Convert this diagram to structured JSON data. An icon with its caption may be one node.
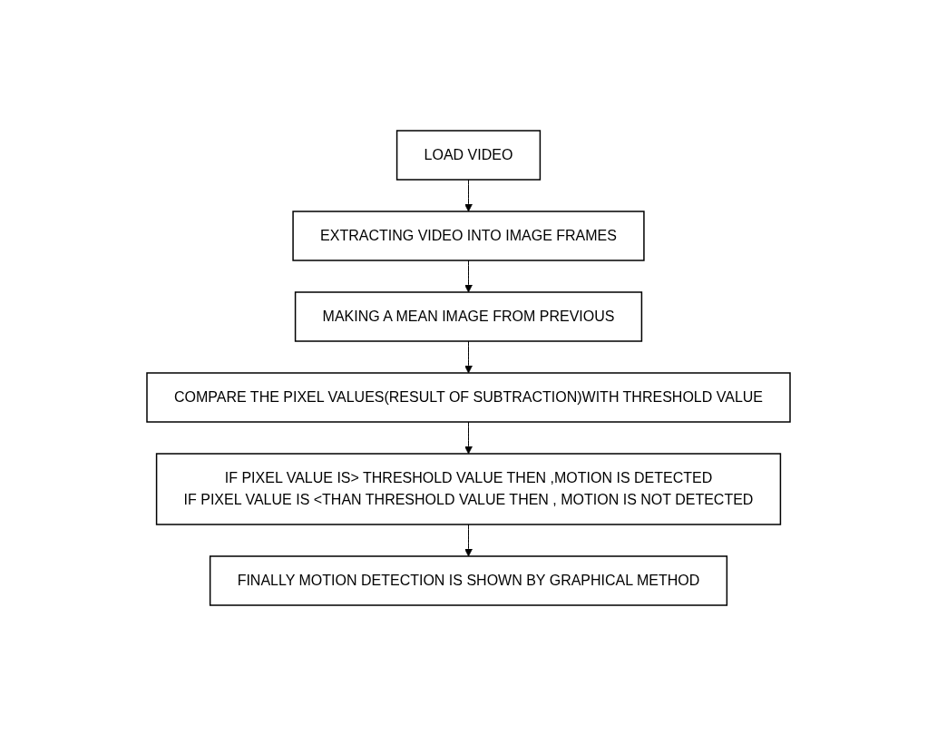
{
  "diagram": {
    "nodes": [
      {
        "text": [
          "LOAD VIDEO"
        ]
      },
      {
        "text": [
          "EXTRACTING VIDEO INTO IMAGE FRAMES"
        ]
      },
      {
        "text": [
          "MAKING A MEAN IMAGE FROM PREVIOUS"
        ]
      },
      {
        "text": [
          "COMPARE THE PIXEL VALUES(RESULT OF SUBTRACTION)WITH THRESHOLD VALUE"
        ]
      },
      {
        "text": [
          "IF PIXEL VALUE IS> THRESHOLD VALUE THEN ,MOTION IS DETECTED",
          "IF PIXEL VALUE IS <THAN THRESHOLD VALUE THEN , MOTION IS NOT DETECTED"
        ]
      },
      {
        "text": [
          "FINALLY MOTION DETECTION IS SHOWN BY GRAPHICAL METHOD"
        ]
      }
    ],
    "edges": [
      {
        "from": 0,
        "to": 1,
        "arrow": "to"
      },
      {
        "from": 1,
        "to": 2,
        "arrow": "to"
      },
      {
        "from": 2,
        "to": 3,
        "arrow": "to"
      },
      {
        "from": 3,
        "to": 4,
        "arrow": "to"
      },
      {
        "from": 4,
        "to": 5,
        "arrow": "to"
      }
    ]
  }
}
